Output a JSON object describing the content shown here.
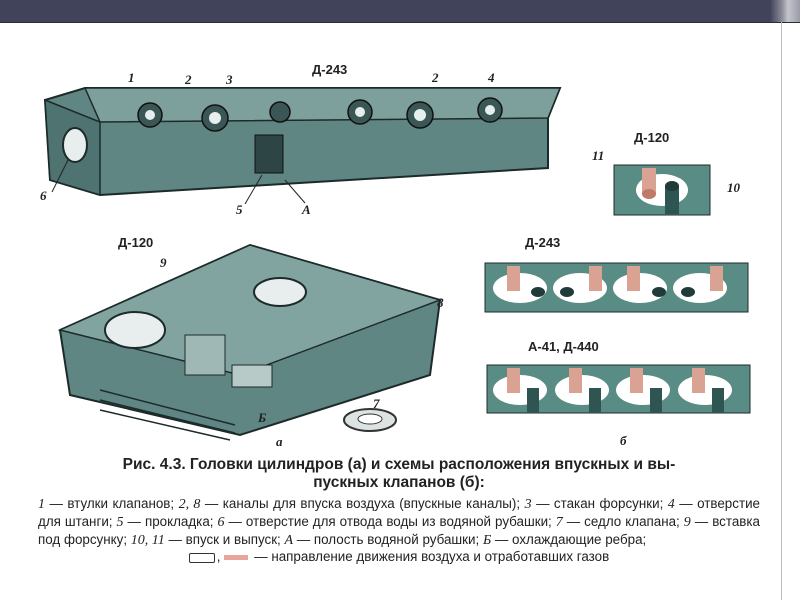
{
  "figure": {
    "part_a": {
      "top_head_title": "Д-243",
      "top_labels": [
        "1",
        "2",
        "3",
        "2",
        "4",
        "6",
        "5",
        "А"
      ],
      "bottom_head_title": "Д-120",
      "bottom_labels": [
        "9",
        "8",
        "7",
        "Б"
      ],
      "part_label": "а"
    },
    "part_b": {
      "scheme1_title": "Д-120",
      "scheme1_labels": [
        "11",
        "10"
      ],
      "scheme2_title": "Д-243",
      "scheme3_title": "А-41, Д-440",
      "part_label": "б"
    },
    "colors": {
      "head": "#5f8683",
      "scheme": "#5a8c86",
      "intake": "#d9a292",
      "exhaust": "#1f3b3a",
      "topbar": "#41435a"
    }
  },
  "caption": {
    "title_line1": "Рис. 4.3. Головки цилиндров (а) и схемы расположения впускных и вы-",
    "title_line2": "пускных клапанов (б):",
    "body": [
      {
        "num": "1",
        "text": " — втулки клапанов; "
      },
      {
        "num": "2, 8",
        "text": " — каналы для впуска воздуха (впускные каналы); "
      },
      {
        "num": "3",
        "text": " — стакан форсунки; "
      },
      {
        "num": "4",
        "text": " — отверстие для штанги; "
      },
      {
        "num": "5",
        "text": " — прокладка; "
      },
      {
        "num": "6",
        "text": " — отверстие для отвода воды из водяной рубашки; "
      },
      {
        "num": "7",
        "text": " — седло клапана; "
      },
      {
        "num": "9",
        "text": " — вставка под форсунку; "
      },
      {
        "num": "10, 11",
        "text": " — впуск и выпуск; "
      },
      {
        "num": "А",
        "text": " — полость водяной рубашки; "
      },
      {
        "num": "Б",
        "text": " — охлаждающие ребра;"
      }
    ],
    "legend_sep": ",",
    "legend_text": " — направление движения воздуха и отработавших газов"
  }
}
